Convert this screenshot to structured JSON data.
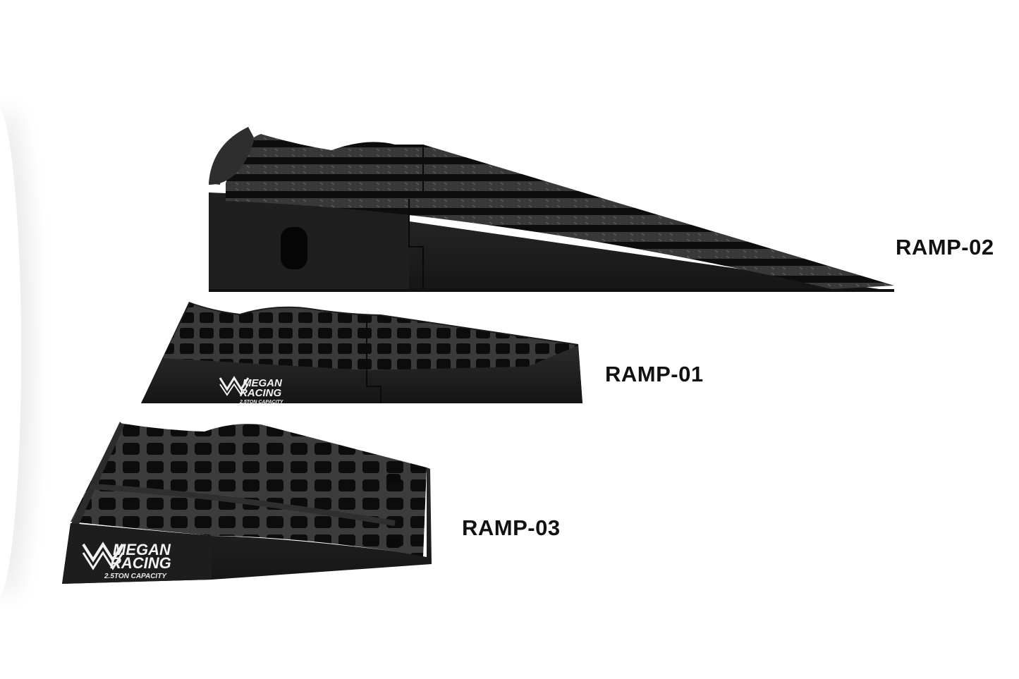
{
  "products": [
    {
      "label": "RAMP-02"
    },
    {
      "label": "RAMP-01",
      "logo": {
        "line1": "MEGAN",
        "line2": "RACING",
        "capacity": "2.5TON CAPACITY"
      }
    },
    {
      "label": "RAMP-03",
      "logo": {
        "line1": "MEGAN",
        "line2": "RACING",
        "capacity": "2.5TON CAPACITY"
      }
    }
  ],
  "colors": {
    "background": "#ffffff",
    "ramp_body": "#1c1c1c",
    "ramp_top": "#2a2a2a",
    "logo": "#f2f2f2"
  }
}
